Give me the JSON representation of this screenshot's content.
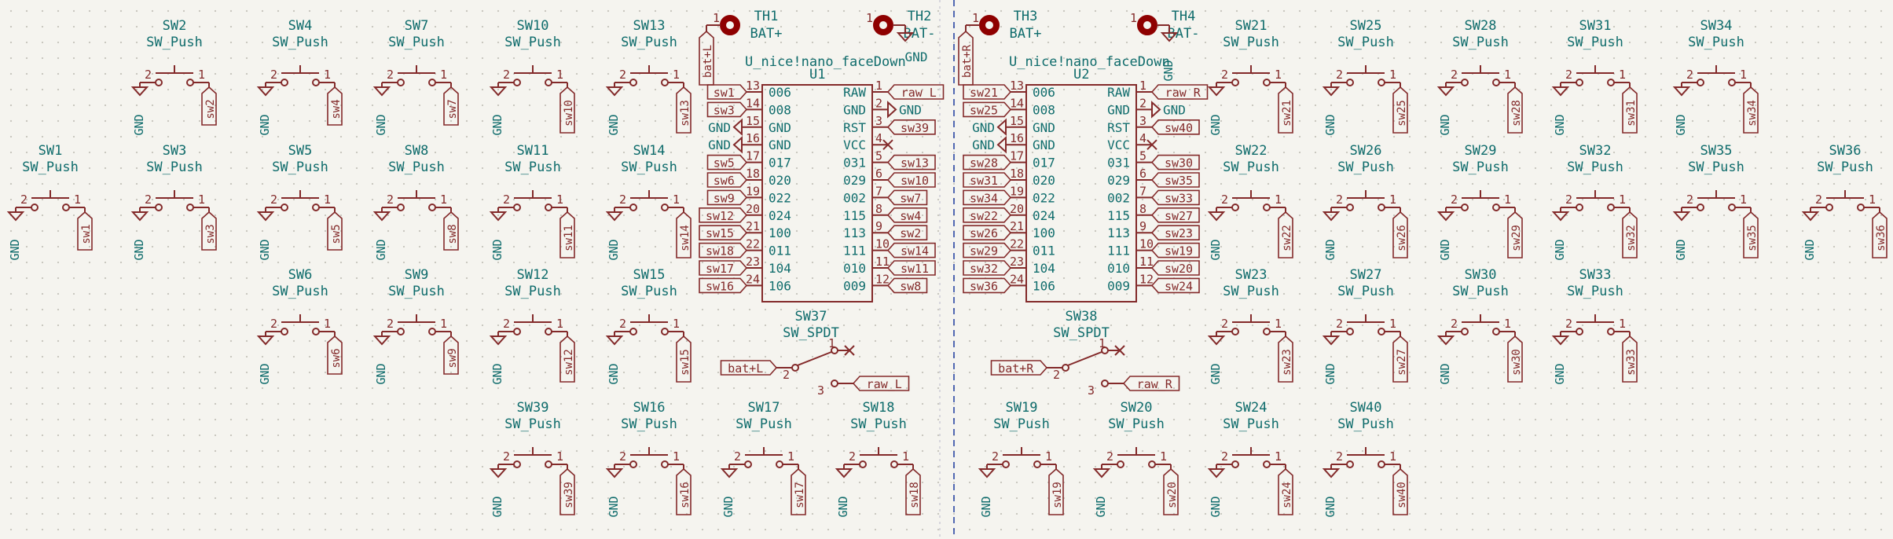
{
  "colors": {
    "background": "#f5f4ef",
    "symbol": "#832a2a",
    "text": "#0f6c6c",
    "divider": "#1c3a9e",
    "pad": "#8e0000"
  },
  "gnd": "GND",
  "dashed_divider": true,
  "switches": [
    {
      "ref": "SW1",
      "value": "SW_Push",
      "net": "sw1"
    },
    {
      "ref": "SW2",
      "value": "SW_Push",
      "net": "sw2"
    },
    {
      "ref": "SW3",
      "value": "SW_Push",
      "net": "sw3"
    },
    {
      "ref": "SW4",
      "value": "SW_Push",
      "net": "sw4"
    },
    {
      "ref": "SW5",
      "value": "SW_Push",
      "net": "sw5"
    },
    {
      "ref": "SW6",
      "value": "SW_Push",
      "net": "sw6"
    },
    {
      "ref": "SW7",
      "value": "SW_Push",
      "net": "sw7"
    },
    {
      "ref": "SW8",
      "value": "SW_Push",
      "net": "sw8"
    },
    {
      "ref": "SW9",
      "value": "SW_Push",
      "net": "sw9"
    },
    {
      "ref": "SW10",
      "value": "SW_Push",
      "net": "sw10"
    },
    {
      "ref": "SW11",
      "value": "SW_Push",
      "net": "sw11"
    },
    {
      "ref": "SW12",
      "value": "SW_Push",
      "net": "sw12"
    },
    {
      "ref": "SW39",
      "value": "SW_Push",
      "net": "sw39"
    },
    {
      "ref": "SW13",
      "value": "SW_Push",
      "net": "sw13"
    },
    {
      "ref": "SW14",
      "value": "SW_Push",
      "net": "sw14"
    },
    {
      "ref": "SW15",
      "value": "SW_Push",
      "net": "sw15"
    },
    {
      "ref": "SW16",
      "value": "SW_Push",
      "net": "sw16"
    },
    {
      "ref": "SW17",
      "value": "SW_Push",
      "net": "sw17"
    },
    {
      "ref": "SW18",
      "value": "SW_Push",
      "net": "sw18"
    },
    {
      "ref": "SW19",
      "value": "SW_Push",
      "net": "sw19"
    },
    {
      "ref": "SW20",
      "value": "SW_Push",
      "net": "sw20"
    },
    {
      "ref": "SW21",
      "value": "SW_Push",
      "net": "sw21"
    },
    {
      "ref": "SW22",
      "value": "SW_Push",
      "net": "sw22"
    },
    {
      "ref": "SW23",
      "value": "SW_Push",
      "net": "sw23"
    },
    {
      "ref": "SW24",
      "value": "SW_Push",
      "net": "sw24"
    },
    {
      "ref": "SW25",
      "value": "SW_Push",
      "net": "sw25"
    },
    {
      "ref": "SW26",
      "value": "SW_Push",
      "net": "sw26"
    },
    {
      "ref": "SW27",
      "value": "SW_Push",
      "net": "sw27"
    },
    {
      "ref": "SW40",
      "value": "SW_Push",
      "net": "sw40"
    },
    {
      "ref": "SW28",
      "value": "SW_Push",
      "net": "sw28"
    },
    {
      "ref": "SW29",
      "value": "SW_Push",
      "net": "sw29"
    },
    {
      "ref": "SW30",
      "value": "SW_Push",
      "net": "sw30"
    },
    {
      "ref": "SW31",
      "value": "SW_Push",
      "net": "sw31"
    },
    {
      "ref": "SW32",
      "value": "SW_Push",
      "net": "sw32"
    },
    {
      "ref": "SW33",
      "value": "SW_Push",
      "net": "sw33"
    },
    {
      "ref": "SW34",
      "value": "SW_Push",
      "net": "sw34"
    },
    {
      "ref": "SW35",
      "value": "SW_Push",
      "net": "sw35"
    },
    {
      "ref": "SW36",
      "value": "SW_Push",
      "net": "sw36"
    }
  ],
  "mcus": [
    {
      "ref": "U1",
      "value": "U_nice!nano_faceDown",
      "left_pins": [
        {
          "num": "13",
          "name": "006",
          "net": "sw1"
        },
        {
          "num": "14",
          "name": "008",
          "net": "sw3"
        },
        {
          "num": "15",
          "name": "GND",
          "net": "GND"
        },
        {
          "num": "16",
          "name": "GND",
          "net": "GND"
        },
        {
          "num": "17",
          "name": "017",
          "net": "sw5"
        },
        {
          "num": "18",
          "name": "020",
          "net": "sw6"
        },
        {
          "num": "19",
          "name": "022",
          "net": "sw9"
        },
        {
          "num": "20",
          "name": "024",
          "net": "sw12"
        },
        {
          "num": "21",
          "name": "100",
          "net": "sw15"
        },
        {
          "num": "22",
          "name": "011",
          "net": "sw18"
        },
        {
          "num": "23",
          "name": "104",
          "net": "sw17"
        },
        {
          "num": "24",
          "name": "106",
          "net": "sw16"
        }
      ],
      "right_pins": [
        {
          "num": "1",
          "name": "RAW",
          "net": "raw_L"
        },
        {
          "num": "2",
          "name": "GND",
          "net": "GND"
        },
        {
          "num": "3",
          "name": "RST",
          "net": "sw39"
        },
        {
          "num": "4",
          "name": "VCC",
          "net": ""
        },
        {
          "num": "5",
          "name": "031",
          "net": "sw13"
        },
        {
          "num": "6",
          "name": "029",
          "net": "sw10"
        },
        {
          "num": "7",
          "name": "002",
          "net": "sw7"
        },
        {
          "num": "8",
          "name": "115",
          "net": "sw4"
        },
        {
          "num": "9",
          "name": "113",
          "net": "sw2"
        },
        {
          "num": "10",
          "name": "111",
          "net": "sw14"
        },
        {
          "num": "11",
          "name": "010",
          "net": "sw11"
        },
        {
          "num": "12",
          "name": "009",
          "net": "sw8"
        }
      ]
    },
    {
      "ref": "U2",
      "value": "U_nice!nano_faceDown",
      "left_pins": [
        {
          "num": "13",
          "name": "006",
          "net": "sw21"
        },
        {
          "num": "14",
          "name": "008",
          "net": "sw25"
        },
        {
          "num": "15",
          "name": "GND",
          "net": "GND"
        },
        {
          "num": "16",
          "name": "GND",
          "net": "GND"
        },
        {
          "num": "17",
          "name": "017",
          "net": "sw28"
        },
        {
          "num": "18",
          "name": "020",
          "net": "sw31"
        },
        {
          "num": "19",
          "name": "022",
          "net": "sw34"
        },
        {
          "num": "20",
          "name": "024",
          "net": "sw22"
        },
        {
          "num": "21",
          "name": "100",
          "net": "sw26"
        },
        {
          "num": "22",
          "name": "011",
          "net": "sw29"
        },
        {
          "num": "23",
          "name": "104",
          "net": "sw32"
        },
        {
          "num": "24",
          "name": "106",
          "net": "sw36"
        }
      ],
      "right_pins": [
        {
          "num": "1",
          "name": "RAW",
          "net": "raw_R"
        },
        {
          "num": "2",
          "name": "GND",
          "net": "GND"
        },
        {
          "num": "3",
          "name": "RST",
          "net": "sw40"
        },
        {
          "num": "4",
          "name": "VCC",
          "net": ""
        },
        {
          "num": "5",
          "name": "031",
          "net": "sw30"
        },
        {
          "num": "6",
          "name": "029",
          "net": "sw35"
        },
        {
          "num": "7",
          "name": "002",
          "net": "sw33"
        },
        {
          "num": "8",
          "name": "115",
          "net": "sw27"
        },
        {
          "num": "9",
          "name": "113",
          "net": "sw23"
        },
        {
          "num": "10",
          "name": "111",
          "net": "sw19"
        },
        {
          "num": "11",
          "name": "010",
          "net": "sw20"
        },
        {
          "num": "12",
          "name": "009",
          "net": "sw24"
        }
      ]
    }
  ],
  "spdts": [
    {
      "ref": "SW37",
      "value": "SW_SPDT",
      "common_net": "bat+L",
      "throw_net": "raw_L",
      "pins": [
        "2",
        "1",
        "3"
      ]
    },
    {
      "ref": "SW38",
      "value": "SW_SPDT",
      "common_net": "bat+R",
      "throw_net": "raw_R",
      "pins": [
        "2",
        "1",
        "3"
      ]
    }
  ],
  "pads": [
    {
      "ref": "TH1",
      "value": "BAT+",
      "pin": "1",
      "net": "bat+L"
    },
    {
      "ref": "TH2",
      "value": "BAT-",
      "pin": "1",
      "net": "GND"
    },
    {
      "ref": "TH3",
      "value": "BAT+",
      "pin": "1",
      "net": "bat+R"
    },
    {
      "ref": "TH4",
      "value": "BAT-",
      "pin": "1",
      "net": "GND"
    }
  ]
}
